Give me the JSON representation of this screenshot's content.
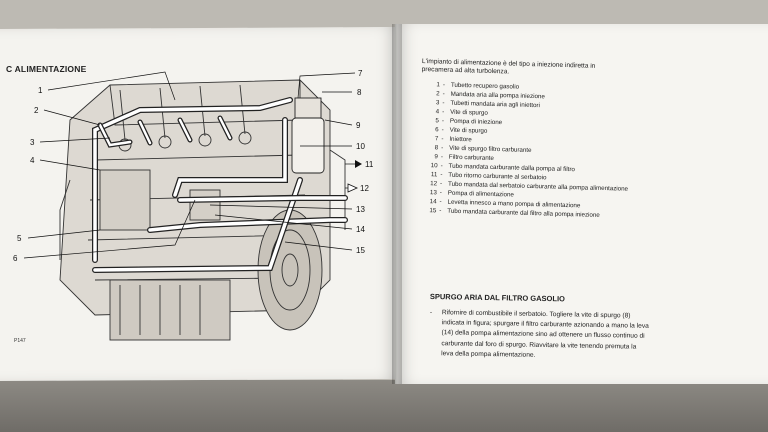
{
  "left_page": {
    "section_title": "C   ALIMENTAZIONE",
    "figure_code": "P147",
    "callouts_left": [
      "1",
      "2",
      "3",
      "4",
      "5",
      "6"
    ],
    "callouts_right": [
      "7",
      "8",
      "9",
      "10",
      "11",
      "12",
      "13",
      "14",
      "15"
    ]
  },
  "right_page": {
    "intro": "L'impianto di alimentazione è del tipo a iniezione indiretta in precamera ad alta turbolenza.",
    "legend": [
      {
        "num": "1",
        "text": "Tubetto recupero gasolio"
      },
      {
        "num": "2",
        "text": "Mandata aria alla pompa iniezione"
      },
      {
        "num": "3",
        "text": "Tubetti mandata aria agli iniettori"
      },
      {
        "num": "4",
        "text": "Vite di spurgo"
      },
      {
        "num": "5",
        "text": "Pompa di iniezione"
      },
      {
        "num": "6",
        "text": "Vite di spurgo"
      },
      {
        "num": "7",
        "text": "Iniettore"
      },
      {
        "num": "8",
        "text": "Vite di spurgo filtro carburante"
      },
      {
        "num": "9",
        "text": "Filtro carburante"
      },
      {
        "num": "10",
        "text": "Tubo mandata carburante dalla pompa al filtro"
      },
      {
        "num": "11",
        "text": "Tubo ritorno carburante al serbatoio"
      },
      {
        "num": "12",
        "text": "Tubo mandata dal serbatoio carburante alla pompa alimentazione"
      },
      {
        "num": "13",
        "text": "Pompa di alimentazione"
      },
      {
        "num": "14",
        "text": "Levetta innesco a mano pompa di alimentazione"
      },
      {
        "num": "15",
        "text": "Tubo mandata carburante dal filtro alla pompa iniezione"
      }
    ],
    "purge_title": "SPURGO ARIA DAL FILTRO GASOLIO",
    "purge_bullet": "-",
    "purge_text": "Rifornire di combustibile il serbatoio. Togliere la vite di spurgo (8) indicata in figura; spurgare il filtro carburante azionando a mano la leva (14) della pompa alimentazione sino ad ottenere un flusso continuo di carburante dal foro di spurgo. Riavvitare la vite tenendo premuta la leva della pompa alimentazione."
  }
}
